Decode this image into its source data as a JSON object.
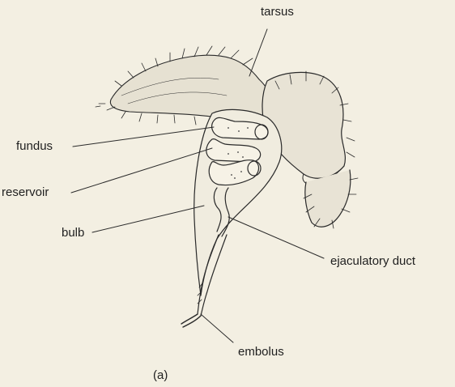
{
  "labels": {
    "tarsus": "tarsus",
    "fundus": "fundus",
    "reservoir": "reservoir",
    "bulb": "bulb",
    "ejaculatory_duct": "ejaculatory duct",
    "embolus": "embolus"
  },
  "caption": "(a)"
}
